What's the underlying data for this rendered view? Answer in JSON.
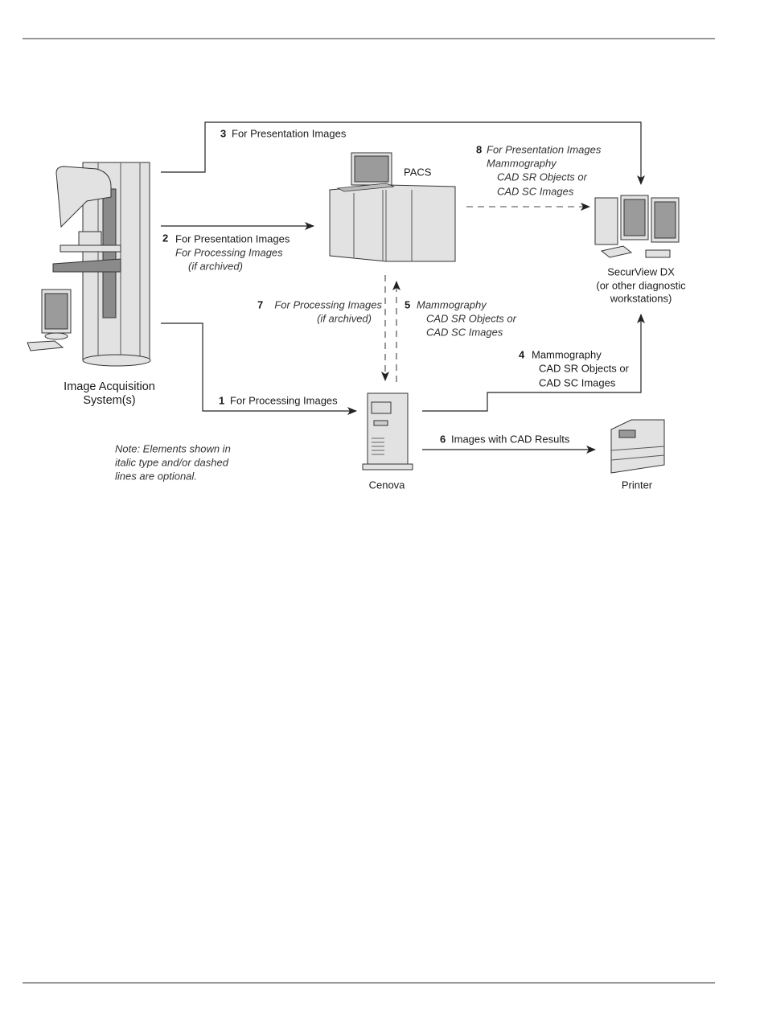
{
  "devices": {
    "acquisition": [
      "Image Acquisition",
      "System(s)"
    ],
    "pacs": "PACS",
    "workstation": [
      "SecurView DX",
      "(or other diagnostic",
      "workstations)"
    ],
    "cenova": "Cenova",
    "printer": "Printer"
  },
  "flows": [
    {
      "number": "1",
      "lines": [
        "For Processing Images"
      ],
      "optional": false
    },
    {
      "number": "2",
      "lines": [
        "For Presentation Images"
      ],
      "optional_lines": [
        "For Processing Images",
        "(if archived)"
      ]
    },
    {
      "number": "3",
      "lines": [
        "For Presentation Images"
      ],
      "optional": false
    },
    {
      "number": "4",
      "lines": [
        "Mammography",
        "CAD SR Objects or",
        "CAD SC Images"
      ],
      "optional": false
    },
    {
      "number": "5",
      "lines": [
        "Mammography",
        "CAD SR Objects or",
        "CAD SC Images"
      ],
      "optional": true
    },
    {
      "number": "6",
      "lines": [
        "Images with CAD Results"
      ],
      "optional": false
    },
    {
      "number": "7",
      "lines": [
        "For Processing Images",
        "(if archived)"
      ],
      "optional": true
    },
    {
      "number": "8",
      "lines": [
        "For Presentation Images",
        "Mammography",
        "CAD SR Objects or",
        "CAD SC Images"
      ],
      "optional": true
    }
  ],
  "note": [
    "Note: Elements shown in",
    "italic type and/or dashed",
    "lines are optional."
  ]
}
